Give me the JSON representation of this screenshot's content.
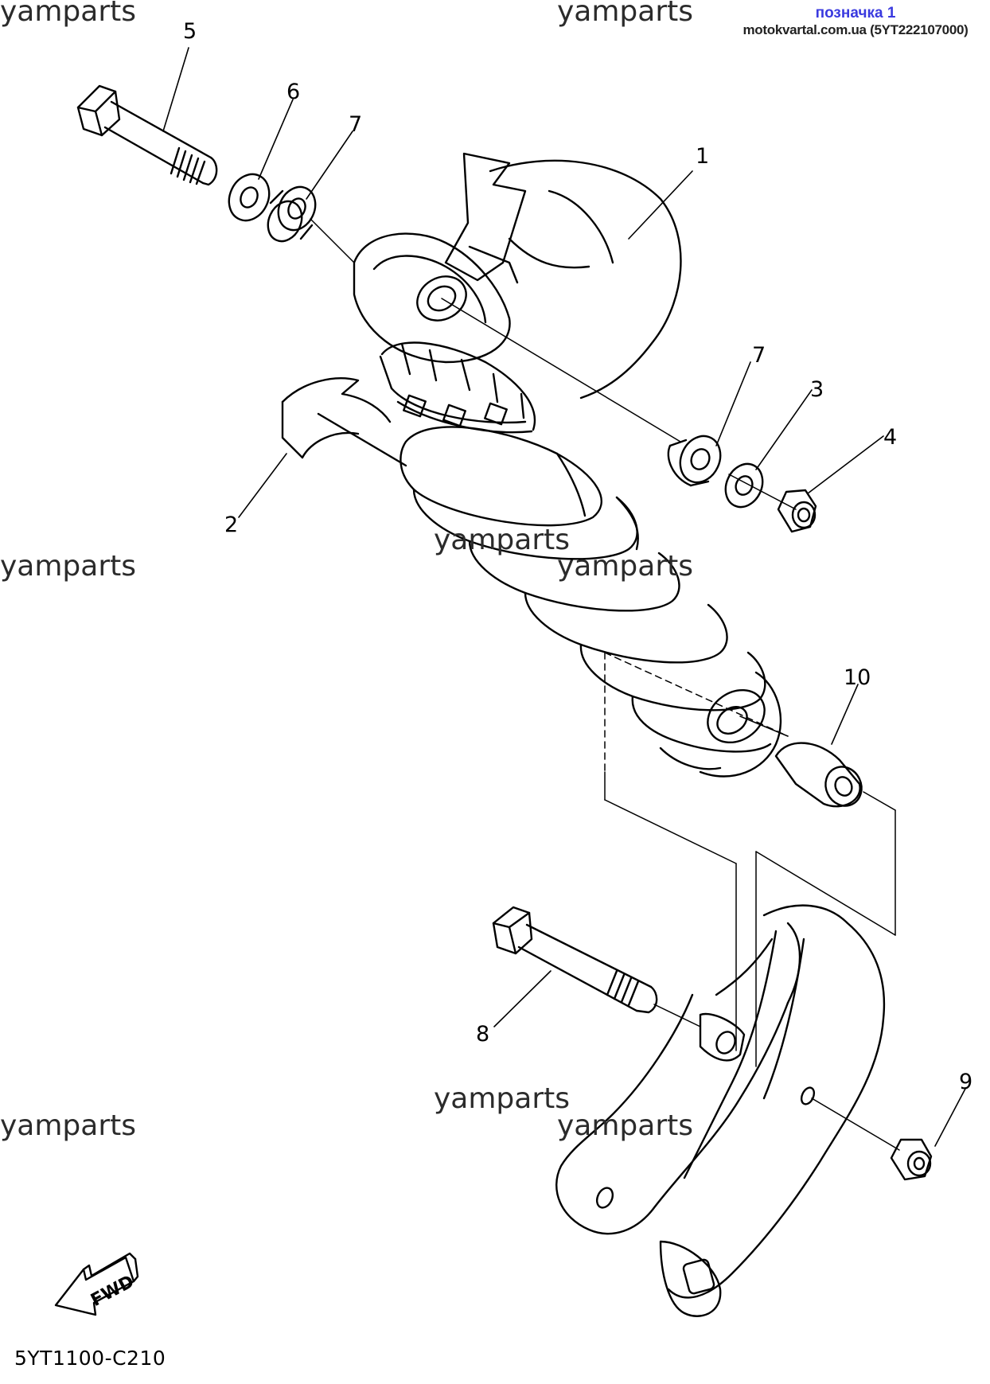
{
  "header": {
    "title": "позначка 1",
    "source": "motokvartal.com.ua (5YT222107000)"
  },
  "watermark": "yamparts",
  "callouts": [
    "1",
    "2",
    "3",
    "4",
    "5",
    "6",
    "7",
    "7",
    "8",
    "9",
    "10"
  ],
  "fwd_label": "FWD",
  "diagram_code": "5YT1100-C210"
}
